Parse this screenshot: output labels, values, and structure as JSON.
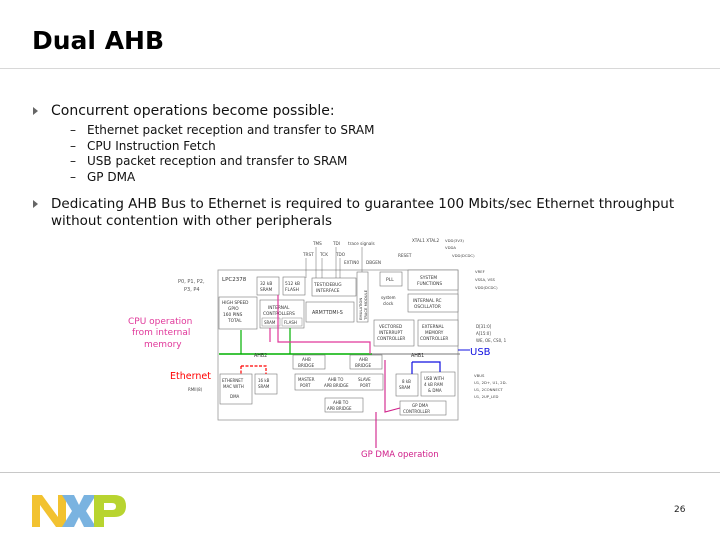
{
  "slide": {
    "title": "Dual AHB",
    "bullets": [
      {
        "text": "Concurrent operations become possible:"
      },
      {
        "text": "Dedicating AHB Bus to Ethernet is required to guarantee 100 Mbits/sec Ethernet throughput",
        "text2": "without contention with other peripherals"
      }
    ],
    "subbullets": [
      {
        "dash": "–",
        "text": "Ethernet packet reception and transfer to SRAM"
      },
      {
        "dash": "–",
        "text": "CPU Instruction Fetch"
      },
      {
        "dash": "–",
        "text": "USB packet reception and transfer to SRAM"
      },
      {
        "dash": "–",
        "text": "GP DMA"
      }
    ],
    "page_number": "26"
  },
  "diagram": {
    "callouts": {
      "cpu_line1": "CPU operation",
      "cpu_line2": "from internal",
      "cpu_line3": "memory",
      "ethernet": "Ethernet",
      "usb": "USB",
      "gpdma": "GP DMA operation"
    },
    "labels": {
      "chip": "LPC2378",
      "ports": "P0, P1, P2,",
      "ports2": "P3, P4",
      "gpio": "HIGH SPEED",
      "gpio2": "GPIO",
      "gpio3": "160 PINS",
      "gpio4": "TOTAL",
      "sram32": "32 kB",
      "sram32b": "SRAM",
      "flash": "512 kB",
      "flash2": "FLASH",
      "testdebug": "TEST/DEBUG",
      "testdebug2": "INTERFACE",
      "emulation": "EMULATION",
      "emulation2": "TRACE MODULE",
      "arm": "ARM7TDMI-S",
      "internal": "INTERNAL",
      "controllers": "CONTROLLERS",
      "sramctl": "SRAM",
      "flashctl": "FLASH",
      "pll": "PLL",
      "sysclock": "system",
      "sysclock2": "clock",
      "sysfunc": "SYSTEM",
      "sysfunc2": "FUNCTIONS",
      "rcosc": "INTERNAL RC",
      "rcosc2": "OSCILLATOR",
      "vic": "VECTORED",
      "vic2": "INTERRUPT",
      "vic3": "CONTROLLER",
      "emc": "EXTERNAL",
      "emc2": "MEMORY",
      "emc3": "CONTROLLER",
      "ahb2": "AHB2",
      "ahb1": "AHB1",
      "ahbbridge": "AHB",
      "ahbbridge2": "BRIDGE",
      "ahbbridgeb": "AHB",
      "ahbbridgeb2": "BRIDGE",
      "ethmac": "ETHERNET",
      "ethmac2": "MAC WITH",
      "ethmac3": "DMA",
      "sram16": "16 kB",
      "sram16b": "SRAM",
      "rmii": "RMII(8)",
      "master": "MASTER",
      "master2": "PORT",
      "ahbtoapb": "AHB TO",
      "ahbtoapb2": "APB BRIDGE",
      "slave": "SLAVE",
      "slave2": "PORT",
      "sram8": "8 kB",
      "sram8b": "SRAM",
      "usbdev": "USB WITH",
      "usbdev2": "4 kB RAM",
      "usbdev3": "& DMA",
      "gpdmactl": "GP DMA",
      "gpdmactl2": "CONTROLLER",
      "apbbridge": "AHB TO",
      "apbbridge2": "APB BRIDGE",
      "tms": "TMS",
      "tdi": "TDI",
      "tracesig": "trace signals",
      "trst": "TRST",
      "tck": "TCK",
      "tdo": "TDO",
      "extin0": "EXTIN0",
      "dbgen": "DBGEN",
      "xtal": "XTAL1  XTAL2",
      "reset": "RESET",
      "vdd1": "VDD(3V3)",
      "vdd2": "VDDA",
      "vdd3": "VDD(DCDC)",
      "vref": "VREF",
      "vss": "VSSA, VSS",
      "vdd4": "VDD(DCDC)",
      "pin1": "D[31:0]",
      "pin2": "A[15:0]",
      "pin3": "WE, OE, CS0, 1",
      "pin4": "VBUS",
      "pin5": "U1, 2D+, U1, 2D-",
      "pin6": "U1, 2CONNECT",
      "pin7": "U1, 2UP_LED"
    }
  },
  "colors": {
    "cpu": "#e0389a",
    "ethernet": "#ff0000",
    "usb": "#1010e0",
    "gpdma": "#d0208a",
    "ahb2_bus": "#00b000",
    "logo_yellow": "#f2c230",
    "logo_blue": "#7ab3e0",
    "logo_green": "#b8d430"
  }
}
